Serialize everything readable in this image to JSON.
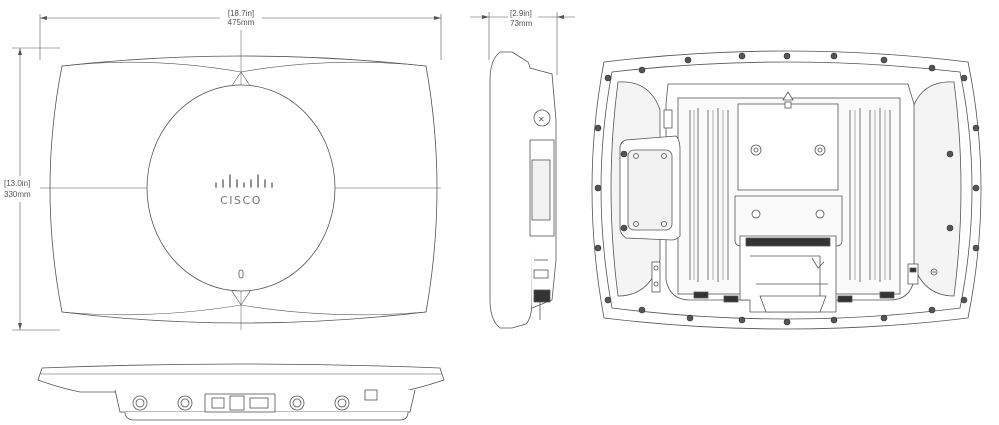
{
  "dimensions": {
    "width": {
      "inches": "[18.7in]",
      "mm": "475mm"
    },
    "depth": {
      "inches": "[2.9in]",
      "mm": "73mm"
    },
    "height": {
      "inches": "[13.0in]",
      "mm": "330mm"
    }
  },
  "branding": {
    "logo_text": "CISCO"
  },
  "colors": {
    "line": "#555555",
    "fill": "#ffffff",
    "shade": "#e8e8e8",
    "dark": "#333333"
  }
}
